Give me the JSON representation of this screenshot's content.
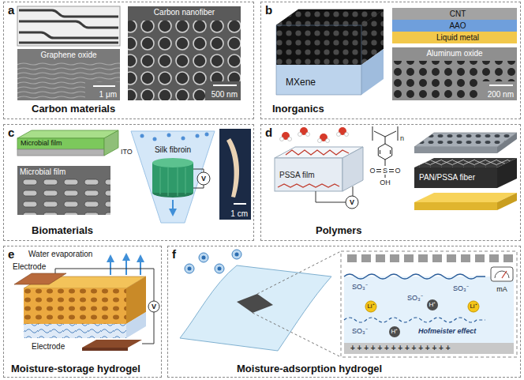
{
  "diagram": {
    "nodes": [
      {
        "text": [
          "a",
          "Carbon materials"
        ]
      },
      {
        "text": [
          "Graphene oxide",
          "1 μm"
        ],
        "in": 0
      },
      {
        "text": [
          "Carbon nanofiber",
          "500 nm"
        ],
        "in": 0
      },
      {
        "text": [
          "b",
          "Inorganics"
        ]
      },
      {
        "text": [
          "CNT"
        ],
        "in": 3
      },
      {
        "text": [
          "AAO"
        ],
        "in": 3
      },
      {
        "text": [
          "Liquid metal"
        ],
        "in": 3
      },
      {
        "text": [
          "Aluminum oxide",
          "200 nm"
        ],
        "in": 3
      },
      {
        "text": [
          "c",
          "Biomaterials"
        ]
      },
      {
        "text": [
          "Microbial film"
        ],
        "in": 8
      },
      {
        "text": [
          "1 cm"
        ],
        "in": 8
      },
      {
        "text": [
          "d",
          "Polymers"
        ]
      },
      {
        "text": [
          "e",
          "Moisture-storage hydrogel"
        ]
      },
      {
        "text": [
          "f",
          "Moisture-adsorption hydrogel"
        ]
      }
    ],
    "labels": [
      "MXene",
      "Microbial film",
      "ITO",
      "Silk fibroin",
      "V",
      "PSSA film",
      "V",
      "n",
      "O",
      "S",
      "O",
      "OH",
      "PAN/PSSA fiber",
      "Water evaporation",
      "Electrode",
      "Electrode",
      "V",
      "mA",
      "SO₃⁻",
      "SO₃⁻",
      "SO₃⁻",
      "SO₃⁻",
      "H⁺",
      "H⁺",
      "Li⁺",
      "Li⁺",
      "Hofmeister effect",
      "+ + + + + + + + + + + + + + +"
    ]
  }
}
